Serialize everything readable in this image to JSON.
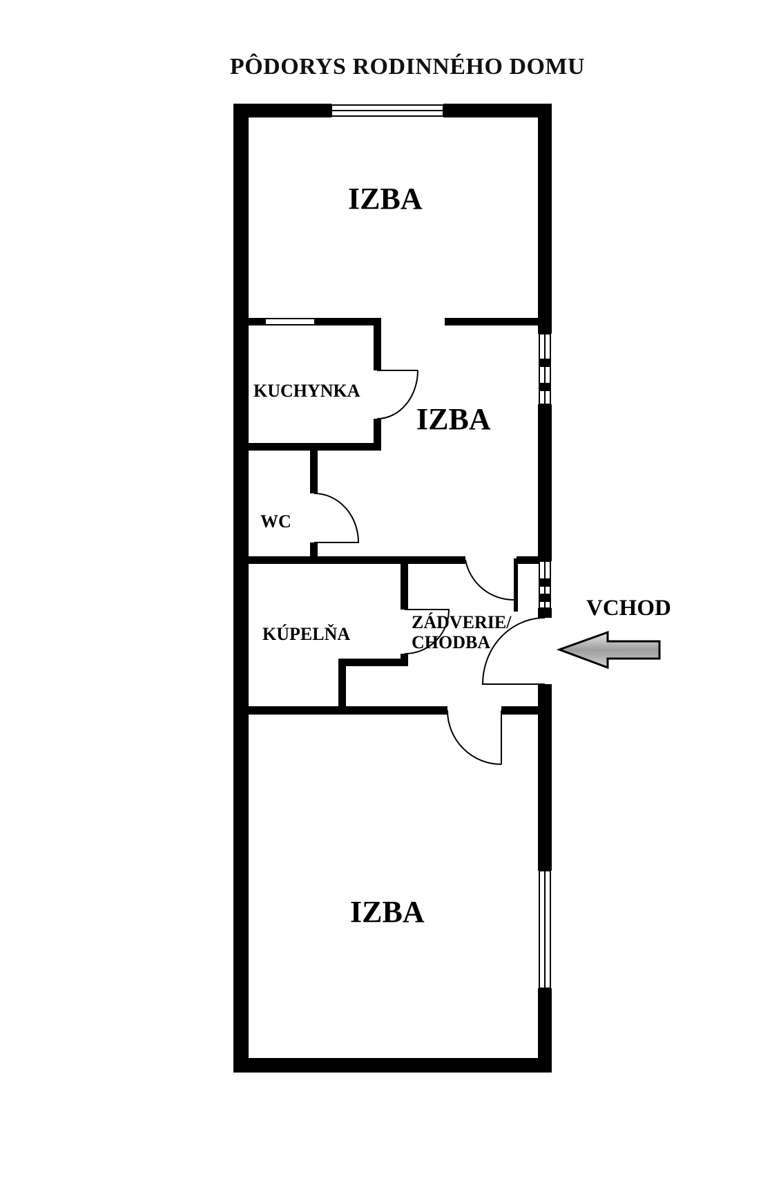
{
  "title": "PÔDORYS RODINNÉHO DOMU",
  "rooms": {
    "izba_top": "IZBA",
    "kuchynka": "KUCHYNKA",
    "izba_middle": "IZBA",
    "wc": "WC",
    "kupelna": "KÚPELŇA",
    "chodba_line1": "ZÁDVERIE/",
    "chodba_line2": "CHODBA",
    "izba_bottom": "IZBA"
  },
  "entrance": {
    "label": "VCHOD",
    "arrow_icon": "left-arrow-icon"
  },
  "colors": {
    "wall": "#000000",
    "background": "#ffffff",
    "arrow_fill": "#bdbdbd"
  }
}
